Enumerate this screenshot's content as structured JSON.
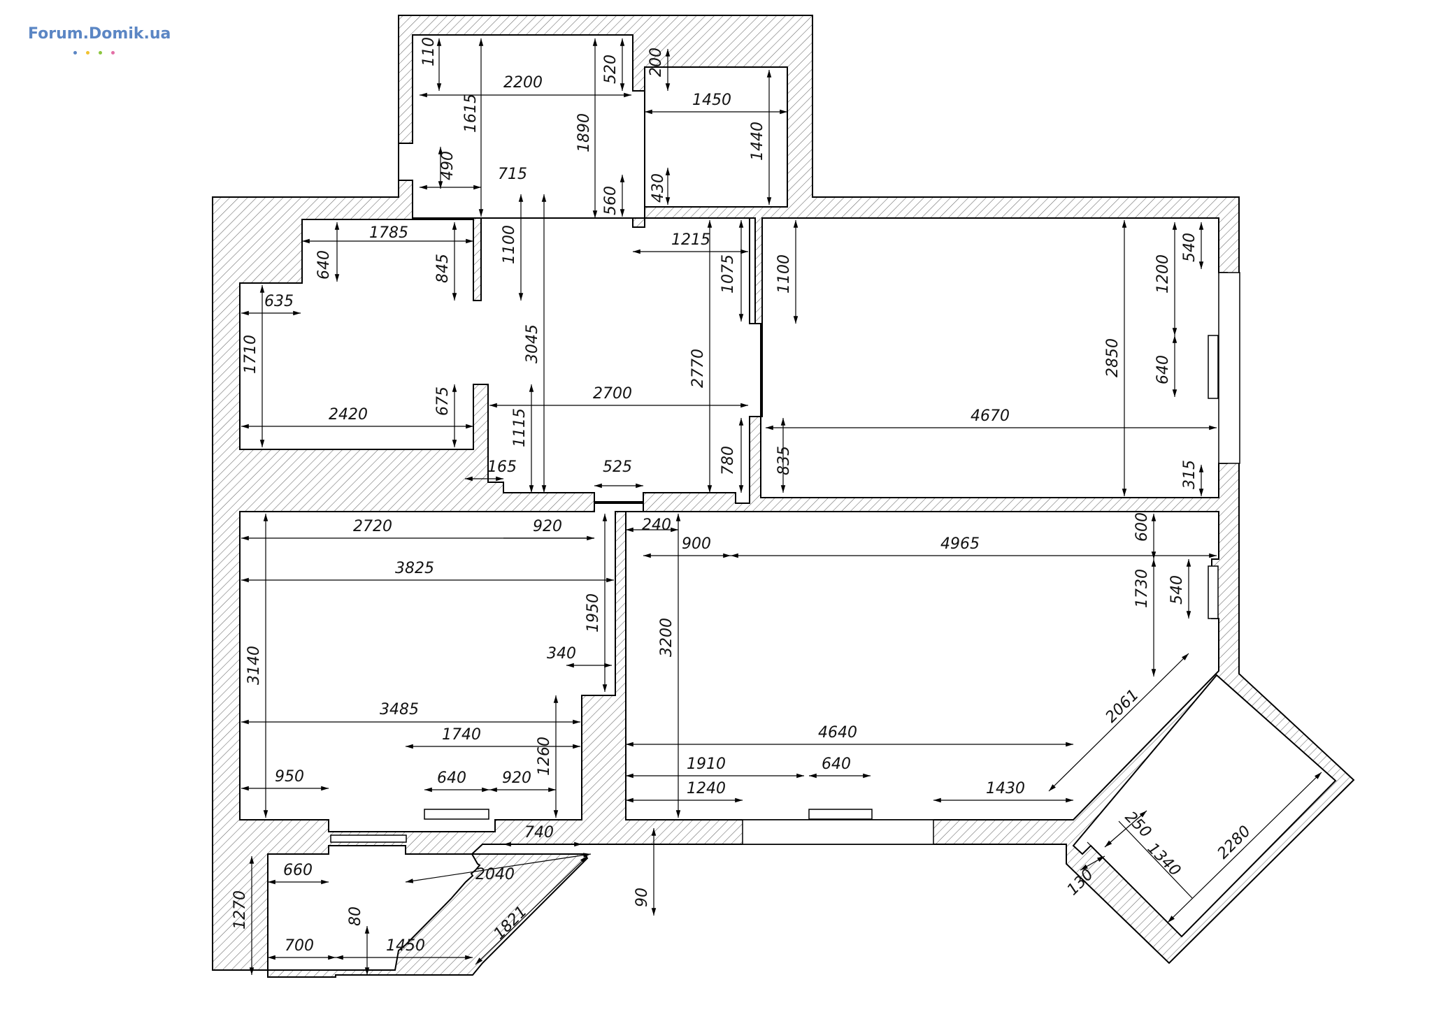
{
  "logo": {
    "text": "Forum.Domik.ua",
    "color": "#5b86c4",
    "dot_colors": [
      "#5b86c4",
      "#f2c230",
      "#8cc63f",
      "#e36fa6"
    ]
  },
  "dimensions": {
    "top_room": [
      "110",
      "2200",
      "1615",
      "520",
      "1890",
      "560",
      "715",
      "490"
    ],
    "small_room": [
      "200",
      "1450",
      "1440",
      "430"
    ],
    "corridor": [
      "1215",
      "1075",
      "1100",
      "2770",
      "780",
      "835",
      "2700"
    ],
    "left_room": [
      "1785",
      "640",
      "845",
      "1100",
      "635",
      "1710",
      "2420",
      "675",
      "1115",
      "3045",
      "165"
    ],
    "right_room": [
      "540",
      "1200",
      "640",
      "2850",
      "4670",
      "315"
    ],
    "lower_left": [
      "2720",
      "920",
      "525",
      "3825",
      "1950",
      "340",
      "3140",
      "3485",
      "1740",
      "1260",
      "640",
      "920",
      "950",
      "740"
    ],
    "lower_right": [
      "240",
      "900",
      "4965",
      "600",
      "540",
      "1730",
      "3200",
      "2061",
      "4640",
      "1910",
      "640",
      "1240",
      "1430"
    ],
    "bottom_left": [
      "2040",
      "660",
      "1270",
      "80",
      "1821",
      "700",
      "1450",
      "90"
    ],
    "balcony": [
      "250",
      "1340",
      "2280",
      "130"
    ]
  }
}
